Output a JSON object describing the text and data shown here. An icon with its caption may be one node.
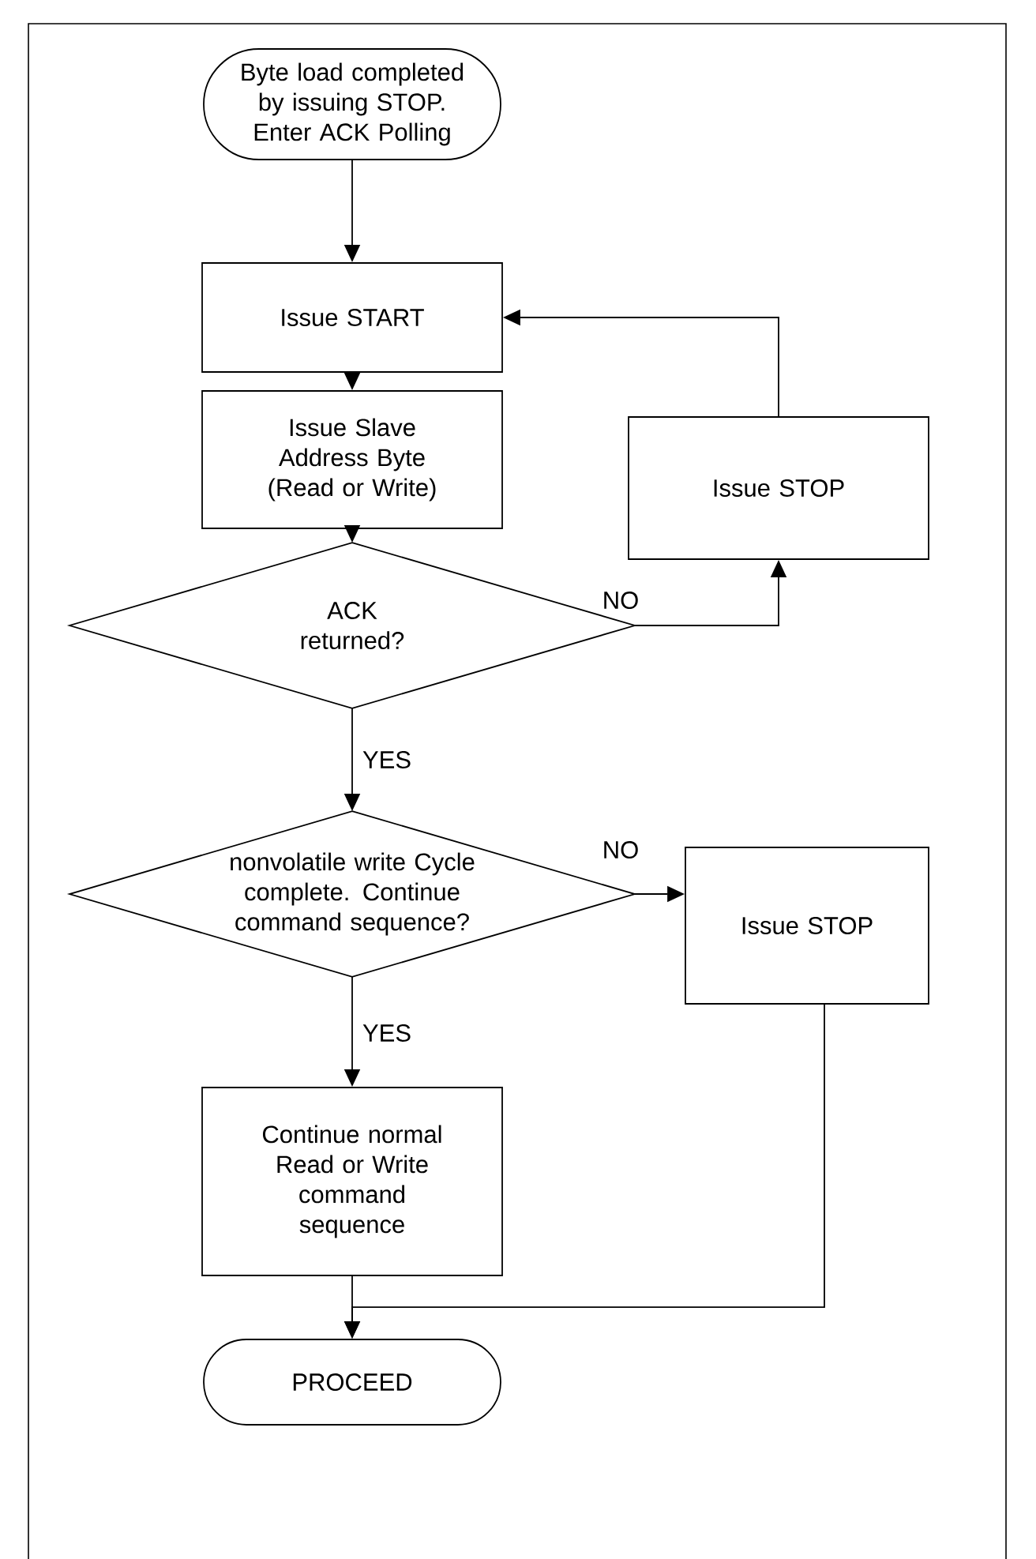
{
  "diagram": {
    "nodes": [
      {
        "text": [
          "Byte load completed by issuing STOP. Enter ACK Polling"
        ]
      },
      {
        "text": [
          "Issue START"
        ]
      },
      {
        "text": [
          "Issue Slave Address Byte (Read or Write)"
        ]
      },
      {
        "text": [
          "Issue STOP"
        ]
      },
      {
        "text": [
          "ACK returned?"
        ]
      },
      {
        "text": [
          "nonvolatile write Cycle complete. Continue command sequence?"
        ]
      },
      {
        "text": [
          "Issue STOP"
        ]
      },
      {
        "text": [
          "Continue normal Read or Write command sequence"
        ]
      },
      {
        "text": [
          "PROCEED"
        ]
      }
    ],
    "edges": [
      {
        "from": 0,
        "to": 1,
        "arrow": "to"
      },
      {
        "from": 1,
        "to": 2,
        "arrow": "to"
      },
      {
        "from": 2,
        "to": 4,
        "arrow": "to"
      },
      {
        "from": 4,
        "to": 3,
        "arrow": "to",
        "label": "NO"
      },
      {
        "from": 3,
        "to": 1,
        "arrow": "to"
      },
      {
        "from": 4,
        "to": 5,
        "arrow": "to",
        "label": "YES"
      },
      {
        "from": 5,
        "to": 6,
        "arrow": "to",
        "label": "NO"
      },
      {
        "from": 5,
        "to": 7,
        "arrow": "to",
        "label": "YES"
      },
      {
        "from": 7,
        "to": 8,
        "arrow": "to"
      },
      {
        "from": 6,
        "to": 8,
        "arrow": "to"
      }
    ]
  }
}
